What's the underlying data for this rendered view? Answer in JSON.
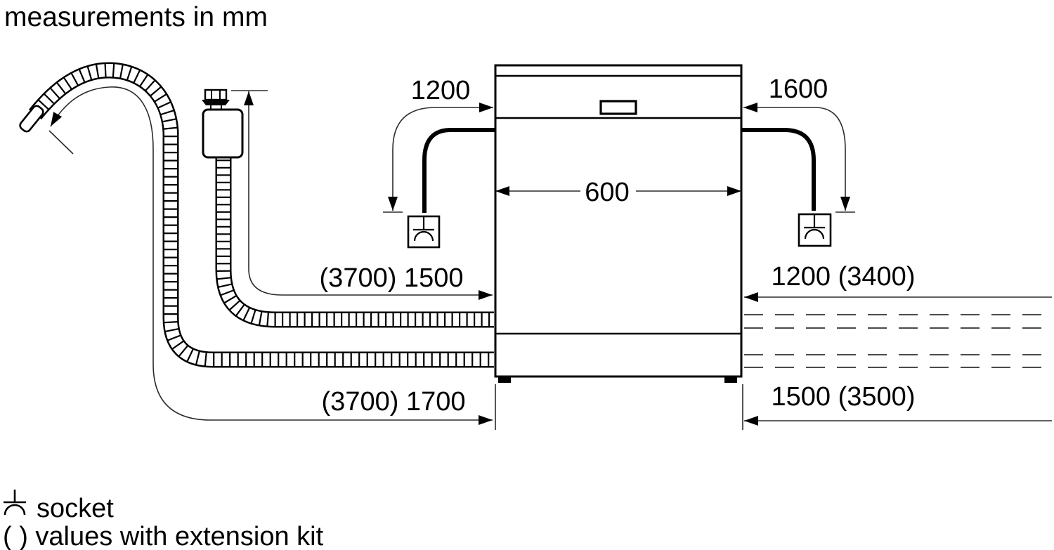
{
  "title": "measurements in mm",
  "dimensions": {
    "cord_left": "1200",
    "cord_right": "1600",
    "appliance_width": "600",
    "supply_hose": "(3700) 1500",
    "inlet_right": "1200 (3400)",
    "drain_hose": "(3700) 1700",
    "drain_right": "1500 (3500)"
  },
  "legend": {
    "socket": "socket",
    "extension": "( ) values with extension kit"
  },
  "colors": {
    "ink": "#000000",
    "paper": "#ffffff",
    "dim_line": "#2b2b2b"
  }
}
